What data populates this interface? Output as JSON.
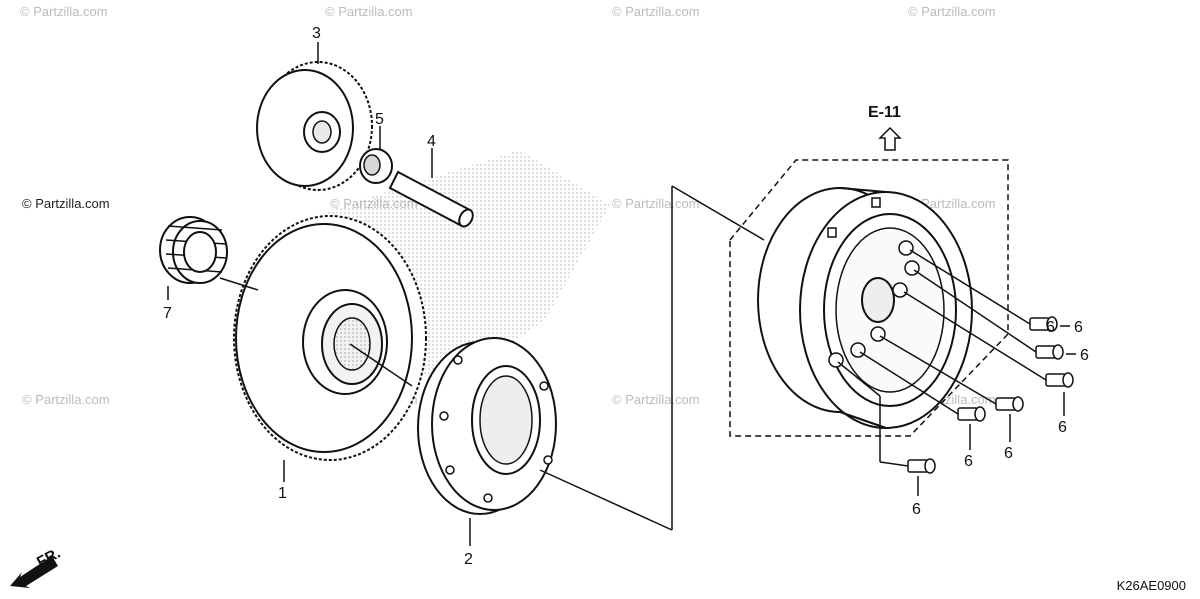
{
  "diagram": {
    "reference": "E-11",
    "code": "K26AE0900",
    "direction": "FR.",
    "watermark": "© Partzilla.com",
    "callouts": {
      "c1": "1",
      "c2": "2",
      "c3": "3",
      "c4": "4",
      "c5": "5",
      "c6a": "6",
      "c6b": "6",
      "c6c": "6",
      "c6d": "6",
      "c6e": "6",
      "c6f": "6",
      "c6g": "6",
      "c7": "7"
    }
  }
}
